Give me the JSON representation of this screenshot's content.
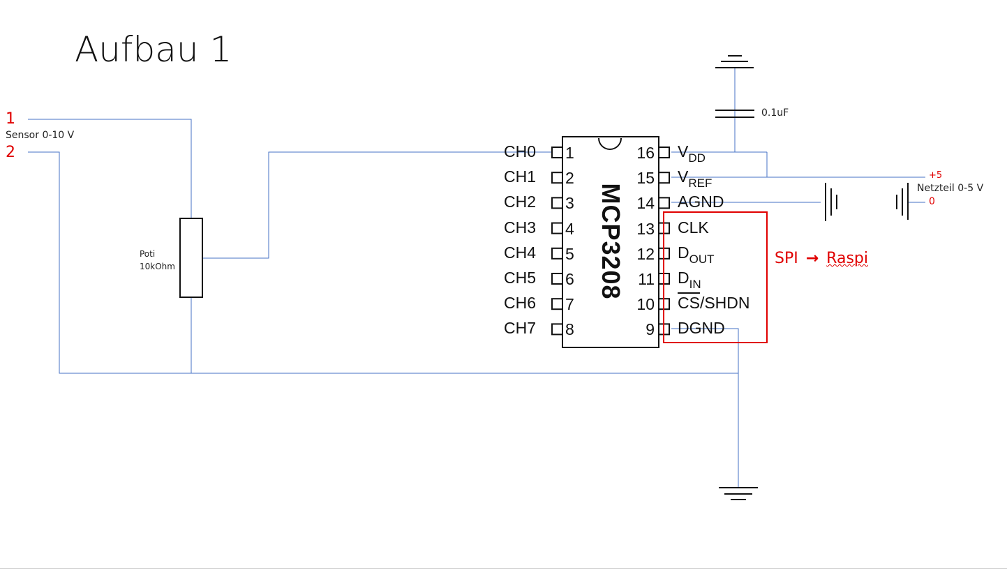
{
  "title": "Aufbau 1",
  "sensor": {
    "pin1": "1",
    "pin2": "2",
    "label": "Sensor 0-10 V"
  },
  "poti": {
    "line1": "Poti",
    "line2": "10kOhm"
  },
  "capacitor": {
    "label": "0.1uF"
  },
  "power": {
    "label": "Netzteil 0-5 V",
    "plus": "+5",
    "zero": "0"
  },
  "spi": {
    "left": "SPI",
    "arrow": "→",
    "right": "Raspi"
  },
  "chip": {
    "name": "MCP3208",
    "left_pins": [
      {
        "name": "CH0",
        "num": "1"
      },
      {
        "name": "CH1",
        "num": "2"
      },
      {
        "name": "CH2",
        "num": "3"
      },
      {
        "name": "CH3",
        "num": "4"
      },
      {
        "name": "CH4",
        "num": "5"
      },
      {
        "name": "CH5",
        "num": "6"
      },
      {
        "name": "CH6",
        "num": "7"
      },
      {
        "name": "CH7",
        "num": "8"
      }
    ],
    "right_pins": [
      {
        "num": "16",
        "base": "V",
        "sub": "DD"
      },
      {
        "num": "15",
        "base": "V",
        "sub": "REF"
      },
      {
        "num": "14",
        "base": "AGND",
        "sub": ""
      },
      {
        "num": "13",
        "base": "CLK",
        "sub": ""
      },
      {
        "num": "12",
        "base": "D",
        "sub": "OUT"
      },
      {
        "num": "11",
        "base": "D",
        "sub": "IN"
      },
      {
        "num": "10",
        "base": "CS",
        "sub": "",
        "suffix": "/SHDN"
      },
      {
        "num": "9",
        "base": "DGND",
        "sub": ""
      }
    ]
  },
  "colors": {
    "wire": "#4472c4",
    "spi_box": "#e00000",
    "accent_red": "#e00000",
    "ink": "#111111"
  }
}
